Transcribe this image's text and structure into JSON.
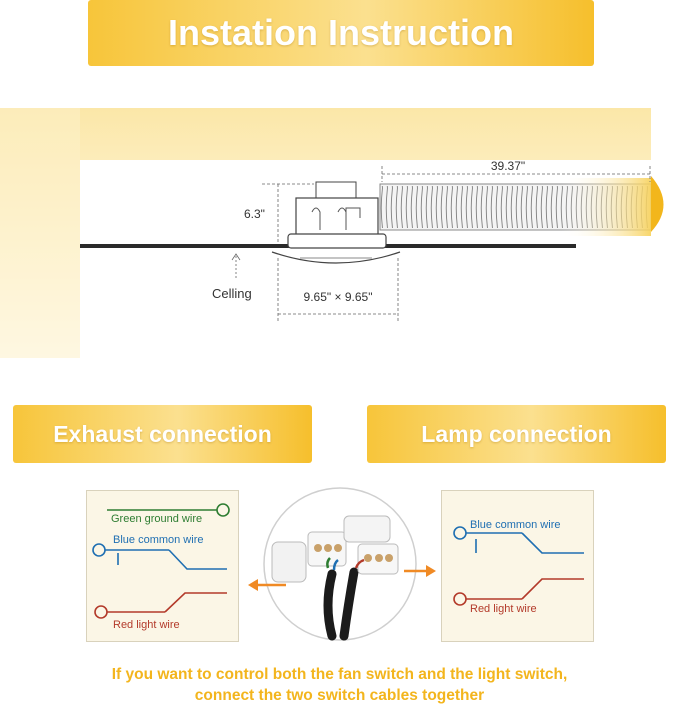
{
  "title": "Instation Instruction",
  "dimensions": {
    "hose_length": "39.37\"",
    "height": "6.3\"",
    "ceiling_label": "Celling",
    "size": "9.65\" × 9.65\""
  },
  "exhaust": {
    "heading": "Exhaust connection",
    "wires": {
      "ground": "Green ground wire",
      "common": "Blue common wire",
      "light": "Red light wire"
    }
  },
  "lamp": {
    "heading": "Lamp connection",
    "wires": {
      "common": "Blue common wire",
      "light": "Red light wire"
    }
  },
  "footnote": {
    "line1": "If you want to control both the fan switch and the light switch,",
    "line2": "connect the two switch cables together"
  },
  "colors": {
    "accent": "#f7c53a",
    "ground_wire": "#2e7d32",
    "common_wire": "#1f6fb2",
    "light_wire": "#b33a2a",
    "arrow": "#f08a24"
  }
}
